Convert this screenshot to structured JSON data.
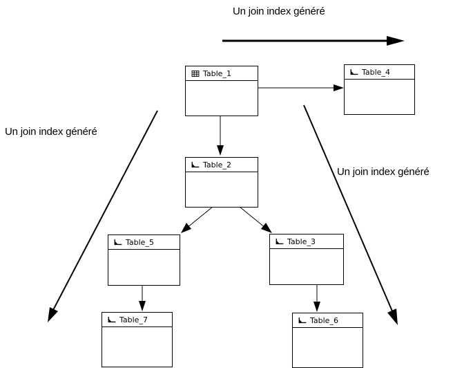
{
  "captions": {
    "top": "Un join index généré",
    "left": "Un join index généré",
    "right": "Un join index généré"
  },
  "tables": [
    {
      "id": "table_1",
      "name": "Table_1",
      "icon": "fact-table-icon"
    },
    {
      "id": "table_2",
      "name": "Table_2",
      "icon": "dimension-table-icon"
    },
    {
      "id": "table_3",
      "name": "Table_3",
      "icon": "dimension-table-icon"
    },
    {
      "id": "table_4",
      "name": "Table_4",
      "icon": "dimension-table-icon"
    },
    {
      "id": "table_5",
      "name": "Table_5",
      "icon": "dimension-table-icon"
    },
    {
      "id": "table_6",
      "name": "Table_6",
      "icon": "dimension-table-icon"
    },
    {
      "id": "table_7",
      "name": "Table_7",
      "icon": "dimension-table-icon"
    }
  ],
  "references": [
    {
      "from": "Table_1",
      "to": "Table_4"
    },
    {
      "from": "Table_1",
      "to": "Table_2"
    },
    {
      "from": "Table_2",
      "to": "Table_5"
    },
    {
      "from": "Table_2",
      "to": "Table_3"
    },
    {
      "from": "Table_5",
      "to": "Table_7"
    },
    {
      "from": "Table_3",
      "to": "Table_6"
    }
  ]
}
